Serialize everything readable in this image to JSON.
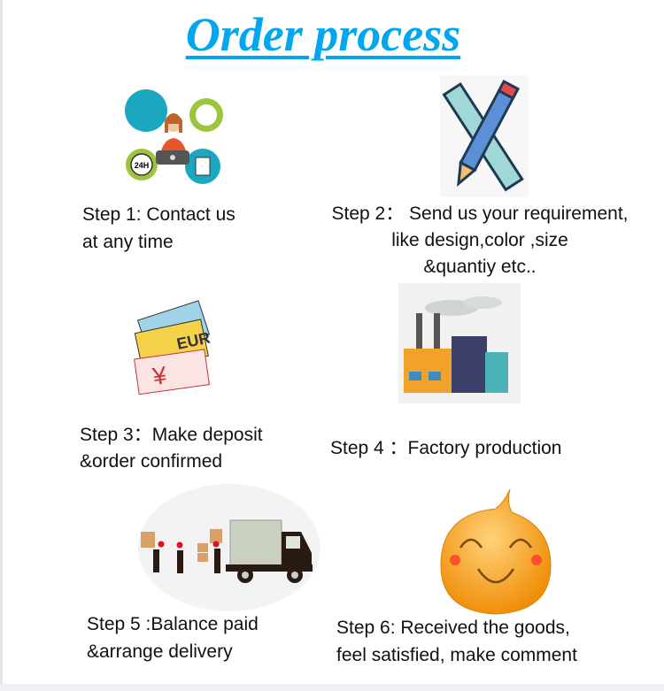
{
  "title": "Order process",
  "colors": {
    "title": "#00a6ee"
  },
  "steps": [
    {
      "lines": [
        "Step 1: Contact us",
        "at any time"
      ],
      "icon": "customer-service-icon"
    },
    {
      "lines": [
        "Step 2：  Send us your requirement,",
        "like design,color ,size",
        "&quantiy etc.."
      ],
      "icon": "ruler-pencil-icon"
    },
    {
      "lines": [
        "Step 3：Make deposit",
        "&order confirmed"
      ],
      "icon": "money-icon"
    },
    {
      "lines": [
        "Step 4 ：Factory production"
      ],
      "icon": "factory-icon"
    },
    {
      "lines": [
        "Step 5 :Balance paid",
        "&arrange delivery"
      ],
      "icon": "delivery-truck-icon"
    },
    {
      "lines": [
        "Step 6: Received the goods,",
        "feel satisfied, make comment"
      ],
      "icon": "smiley-icon"
    }
  ],
  "icon_labels": {
    "hours": "24H",
    "currency": "EUR"
  }
}
